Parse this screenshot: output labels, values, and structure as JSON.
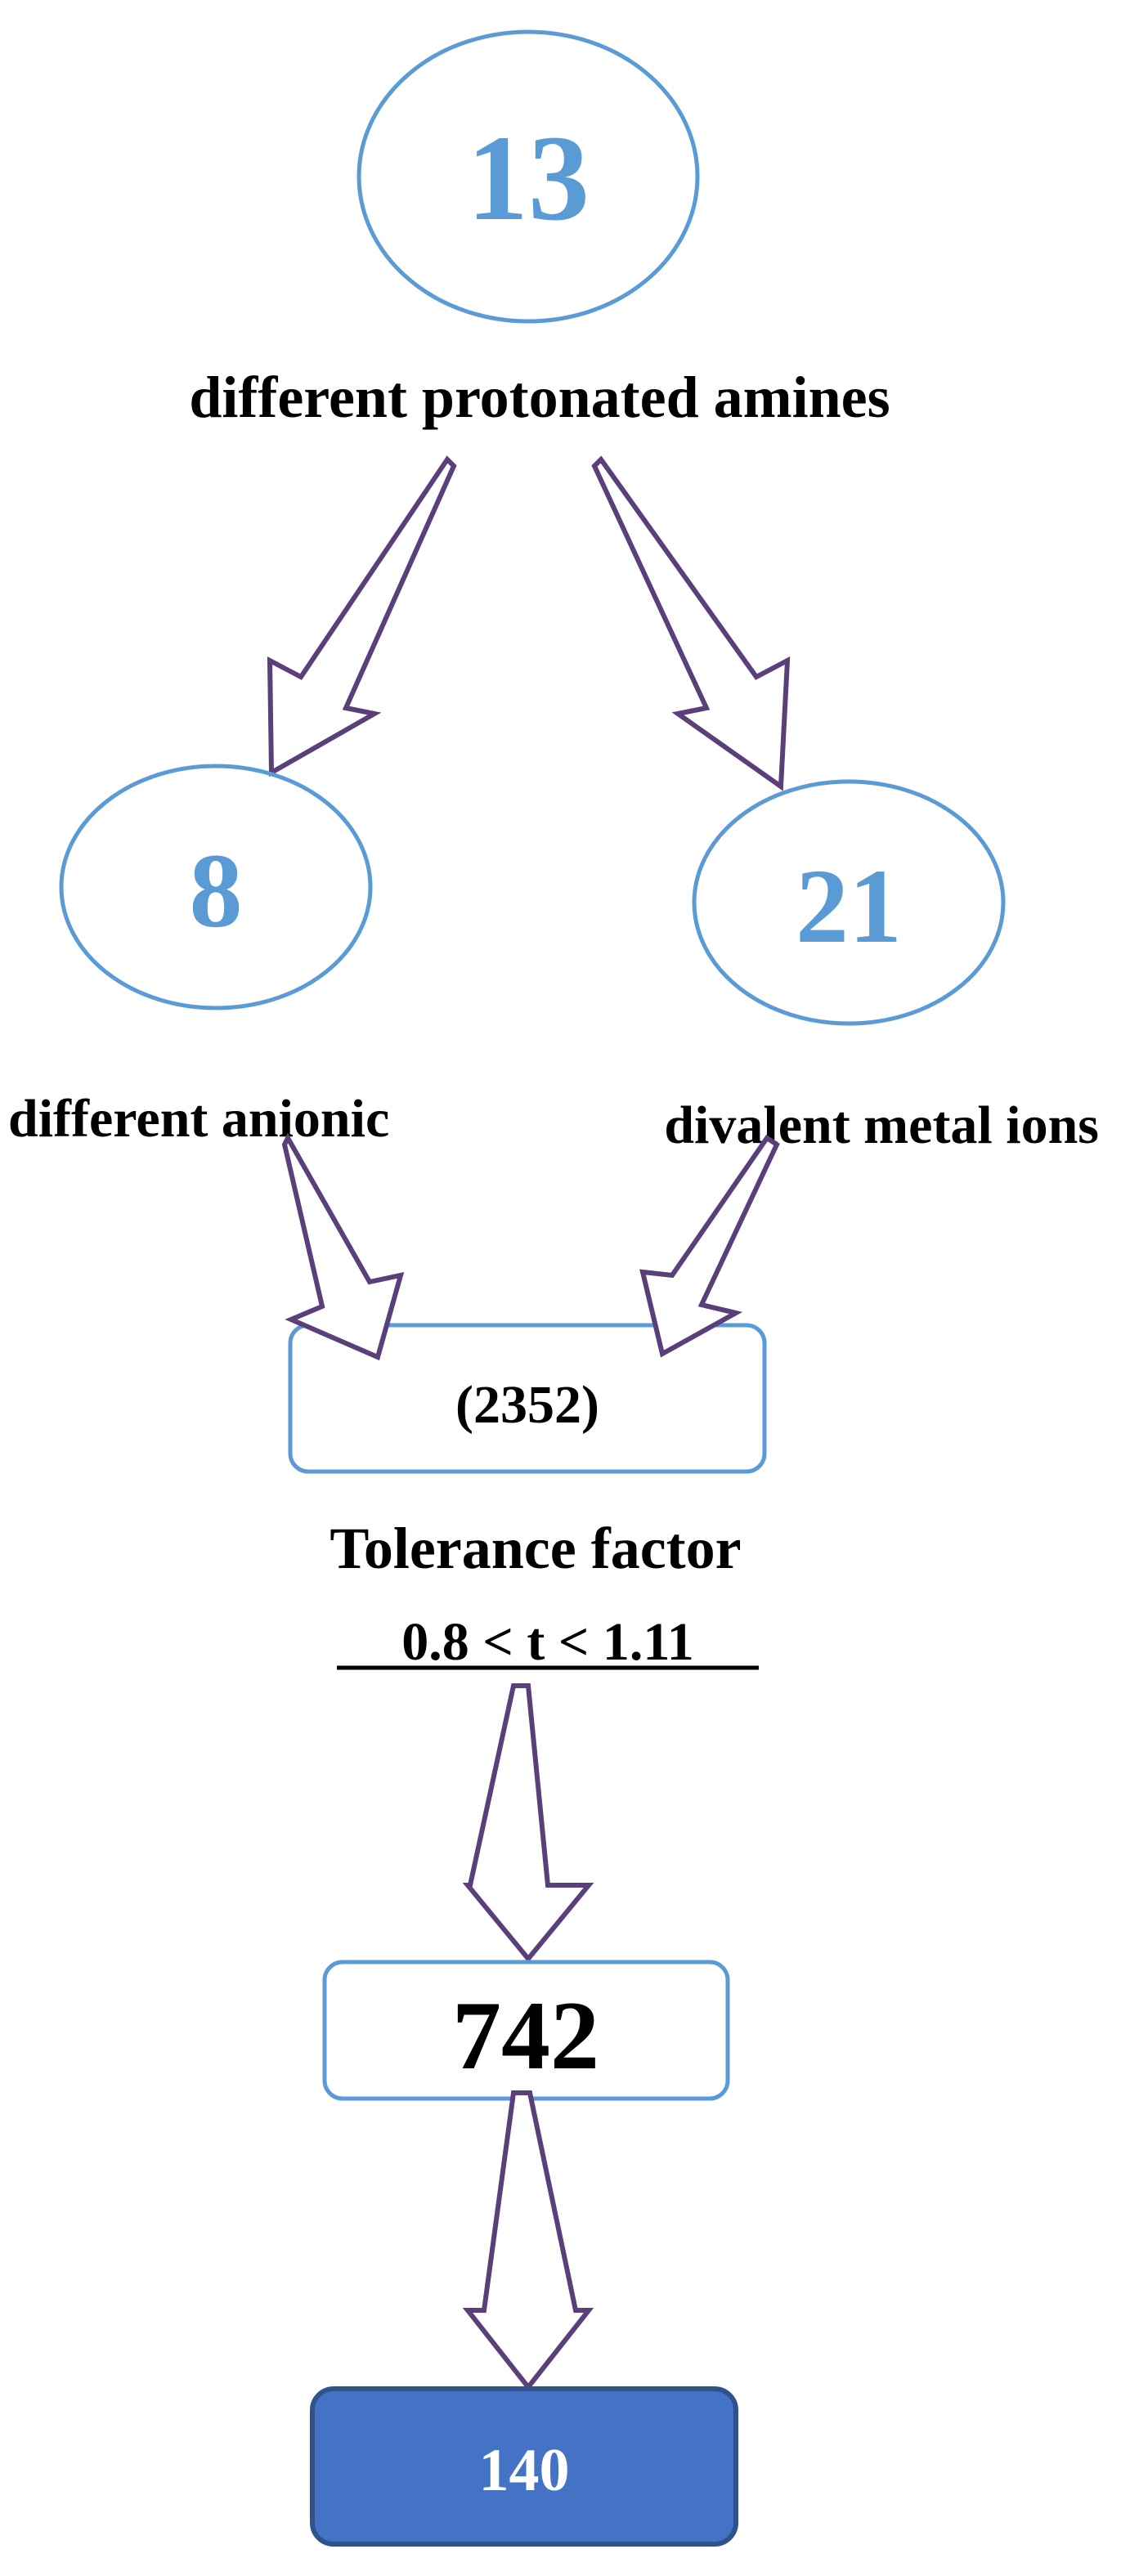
{
  "nodes": {
    "amines": {
      "value": "13",
      "label": "different protonated amines"
    },
    "anionic": {
      "value": "8",
      "label": "different anionic"
    },
    "metal": {
      "value": "21",
      "label": "divalent metal ions"
    },
    "combinations": {
      "value": "(2352)"
    },
    "tolerance": {
      "label": "Tolerance factor",
      "condition": "0.8 < t < 1.11"
    },
    "filtered": {
      "value": "742"
    },
    "final": {
      "value": "140"
    }
  },
  "colors": {
    "circle_stroke": "#5b9bd5",
    "circle_text": "#5b9bd5",
    "arrow_stroke": "#5a3f7a",
    "box_stroke": "#5b9bd5",
    "final_fill": "#4472c4",
    "final_stroke": "#2f528f",
    "text": "#000000",
    "final_text": "#ffffff"
  }
}
